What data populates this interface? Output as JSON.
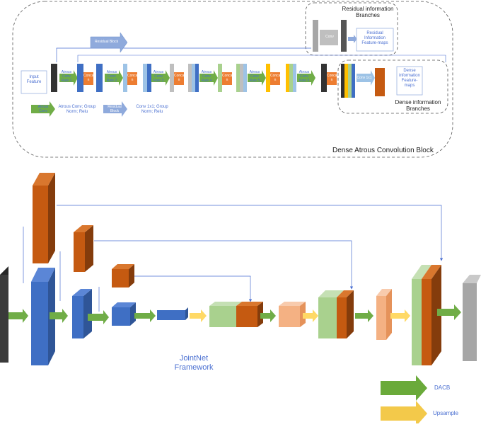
{
  "top_block": {
    "title": "Dense Atrous  Convolution Block",
    "input_label": "Input\nFeature",
    "residual_block_label": "Residual Block",
    "atrous_labels": [
      "Atrous\nConv\nRate 1",
      "Atrous\nConv\nRate 2",
      "Atrous\nConv\nRate 3",
      "Atrous\nConv\nRate 4",
      "Atrous\nConv\nRate 5",
      "Atrous\nConv\nRate 6"
    ],
    "concat_label": "Concat\nn",
    "concat_label_last": "Concat\nn",
    "conv_label": "Conv",
    "conv2_label": "Conv 1x1",
    "residual_branches": {
      "title": "Residual information\nBranches",
      "box_label": "Residual\nInformation\nFeature-maps"
    },
    "dense_branches": {
      "title": "Dense information\nBranches",
      "box_label": "Dense\ninformation\nFeature-\nmaps"
    },
    "legend": {
      "atrous_key": "Atrous\nConv",
      "atrous_desc": "Atrous Conv; Group\nNorm; Relu",
      "residual_key": "Residual\nBlock",
      "residual_desc": "Conv 1x1; Group\nNorm; Relu"
    }
  },
  "bottom": {
    "framework_label": "JointNet\nFramework",
    "legend": [
      {
        "label": "DACB",
        "color": "#6aaa3a"
      },
      {
        "label": "Upsample",
        "color": "#f3c94a"
      }
    ]
  },
  "colors": {
    "blue": "#3f6fc4",
    "orange": "#c55a11",
    "light_green": "#a9d18e",
    "peach": "#f4b183",
    "gray": "#a6a6a6",
    "dark": "#3a3a3a",
    "arrow_green": "#70ad47",
    "arrow_yellow": "#ffd966"
  }
}
